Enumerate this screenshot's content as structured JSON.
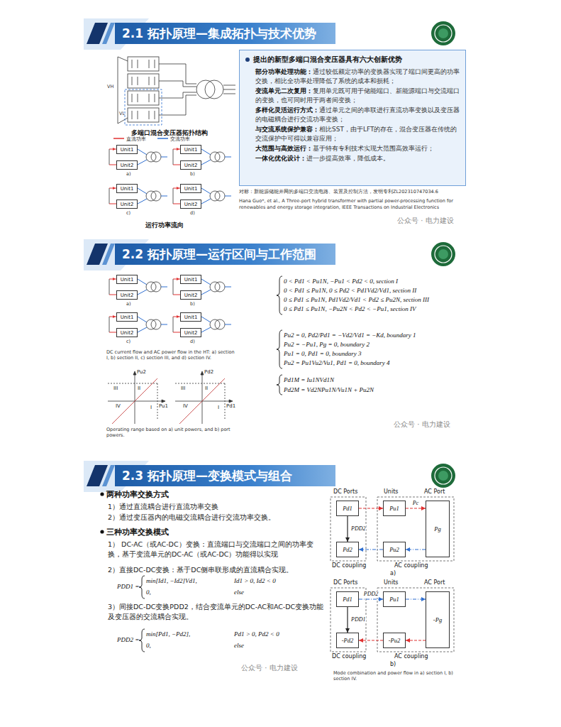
{
  "diagram": {
    "nodes": [
      {
        "text": [
          "2.1 拓扑原理—集成拓扑与技术优势"
        ]
      },
      {
        "text": [
          "提出的新型多端口混合变压器具有六大创新优势",
          "部分功率处理功能：",
          "通过较低额定功率的变换器实现了端口间更高的功率交换，相比全功率处理降低了系统的成本和损耗；",
          "变流单元二次复用：",
          "复用单元既可用于储能端口、新能源端口与交流端口的变换，也可同时用于两者间变换；",
          "多样化灵活运行方式：",
          "通过单元之间的串联进行直流功率变换以及变压器的电磁耦合进行交流功率变换；",
          "与交流系统保护兼容：",
          "相比SST，由于LFT的存在，混合变压器在传统的交流保护中可得以兼容应用；",
          "大范围与高效运行：",
          "基于特有专利技术实现大范围高效率运行；",
          "一体化优化设计：",
          "进一步提高效率，降低成本。"
        ]
      },
      {
        "text": [
          "Unit1"
        ]
      },
      {
        "text": [
          "Unit2"
        ]
      },
      {
        "text": [
          "Unit1"
        ]
      },
      {
        "text": [
          "Unit2"
        ]
      },
      {
        "text": [
          "Unit1"
        ]
      },
      {
        "text": [
          "Unit2"
        ]
      },
      {
        "text": [
          "Unit1"
        ]
      },
      {
        "text": [
          "Unit2"
        ]
      },
      {
        "text": [
          "2.2 拓扑原理—运行区间与工作范围"
        ]
      },
      {
        "text": [
          "Unit1"
        ]
      },
      {
        "text": [
          "Unit2"
        ]
      },
      {
        "text": [
          "Unit1"
        ]
      },
      {
        "text": [
          "Unit2"
        ]
      },
      {
        "text": [
          "Unit1"
        ]
      },
      {
        "text": [
          "Unit2"
        ]
      },
      {
        "text": [
          "Unit1"
        ]
      },
      {
        "text": [
          "Unit2"
        ]
      },
      {
        "text": [
          "2.3 拓扑原理—变换模式与组合"
        ]
      },
      {
        "text": [
          "Pd1"
        ]
      },
      {
        "text": [
          "Pu1"
        ]
      },
      {
        "text": [
          "Pd2"
        ]
      },
      {
        "text": [
          "Pu2"
        ]
      },
      {
        "text": [
          "Pg"
        ]
      },
      {
        "text": [
          "Pd1"
        ]
      },
      {
        "text": [
          "Pu1"
        ]
      },
      {
        "text": [
          "-Pd2"
        ]
      },
      {
        "text": [
          "-Pu2"
        ]
      },
      {
        "text": [
          "-Pg"
        ]
      }
    ],
    "edges": [
      {
        "from": 20,
        "to": 21,
        "arrow": "to"
      },
      {
        "from": 21,
        "to": 24,
        "arrow": "to",
        "label": "Pc"
      },
      {
        "from": 20,
        "to": 22,
        "arrow": "to",
        "label": "PDD2"
      },
      {
        "from": 24,
        "to": 23,
        "arrow": "to"
      },
      {
        "from": 23,
        "to": 22,
        "arrow": "to"
      },
      {
        "from": 25,
        "to": 26,
        "arrow": "to",
        "label": "PDD2"
      },
      {
        "from": 26,
        "to": 29,
        "arrow": "to"
      },
      {
        "from": 25,
        "to": 27,
        "arrow": "to",
        "label": "PDD1"
      },
      {
        "from": 29,
        "to": 28,
        "arrow": "to"
      },
      {
        "from": 28,
        "to": 27,
        "arrow": "to"
      }
    ],
    "labels": [
      "VH",
      "VL",
      "多端口混合变压器拓扑结构",
      "a)",
      "b)",
      "c)",
      "d)",
      "运行功率流向",
      "对标：新能源储能并网的多端口交流电路、装置及控制方法，发明专利ZL202310747034.6",
      "Hana Guo*, et al., A Three-port hybrid transformer with partial power-processing function for renewables and energy storage integration, IEEE Transactions on Industrial Electronics",
      "公众号 · 电力建设",
      "a)",
      "b)",
      "c)",
      "d)",
      "DC current flow and AC power flow in the HT: a) section I, b) section II, c) section III, and d) section IV.",
      "III",
      "II",
      "I",
      "IV",
      "III",
      "II",
      "I",
      "IV",
      "Pu2",
      "Pu1",
      "Pd2",
      "Pd1",
      "Operating range based on a) unit powers, and b) port powers.",
      "0 < Pd1 < Pu1N, −Pu1 < Pd2 < 0, section I",
      "0 < Pd1 ≤ Pu1N, 0 ≤ Pd2 < Pd1Vd2/Vd1, section II",
      "0 ≤ Pd1 ≤ Pu1N, Pd1Vd2/Vd1 < Pd2 ≤ Pu2N, section III",
      "0 ≤ Pd1 ≤ Pu1N, −Pu2N < Pd2 < −Pu1, section IV",
      "Pu2 = 0, Pd2/Pd1 = −Vd2/Vd1 = −Kd, boundary 1",
      "Pu2 = −Pu1, Pg = 0, boundary 2",
      "Pu1 = 0, Pd1 = 0, boundary 3",
      "Pu2 = Pu1Vu2/Vu1, Pd1 = 0, boundary 4",
      "Pd1M = Iu1NVd1N",
      "Pd2M = Vd2NPu1N/Vu1N + Pu2N",
      "公众号 · 电力建设",
      "两种功率交换方式",
      "1）通过直流耦合进行直流功率交换",
      "2）通过变压器内的电磁交流耦合进行交流功率交换。",
      "三种功率交换模式",
      "1） DC-AC（或AC-DC）变换：直流端口与交流端口之间的功率变换，基于变流单元的DC-AC（或AC-DC）功能得以实现",
      "2）直接DC-DC变换：基于DC侧串联形成的直流耦合实现。",
      "PDD1 =",
      "min[Id1, −Id2]Vd1,",
      "Id1 > 0, Id2 < 0",
      "0,",
      "else",
      "3）间接DC-DC变换PDD2，结合变流单元的DC-AC和AC-DC变换功能及变压器的交流耦合实现。",
      "PDD2 =",
      "min[Pd1, −Pd2],",
      "Pd1 > 0, Pd2 < 0",
      "0,",
      "else",
      "DC Ports",
      "Units",
      "AC Port",
      "DC coupling",
      "AC coupling",
      "a)",
      "DC Ports",
      "Units",
      "AC Port",
      "DC coupling",
      "AC coupling",
      "b)",
      "Mode combination and power flow in a) section I, b) section IV.",
      "公众号 · 电力建设"
    ],
    "legend": [
      {
        "text": "直流功率"
      },
      {
        "text": "交流功率"
      }
    ]
  }
}
